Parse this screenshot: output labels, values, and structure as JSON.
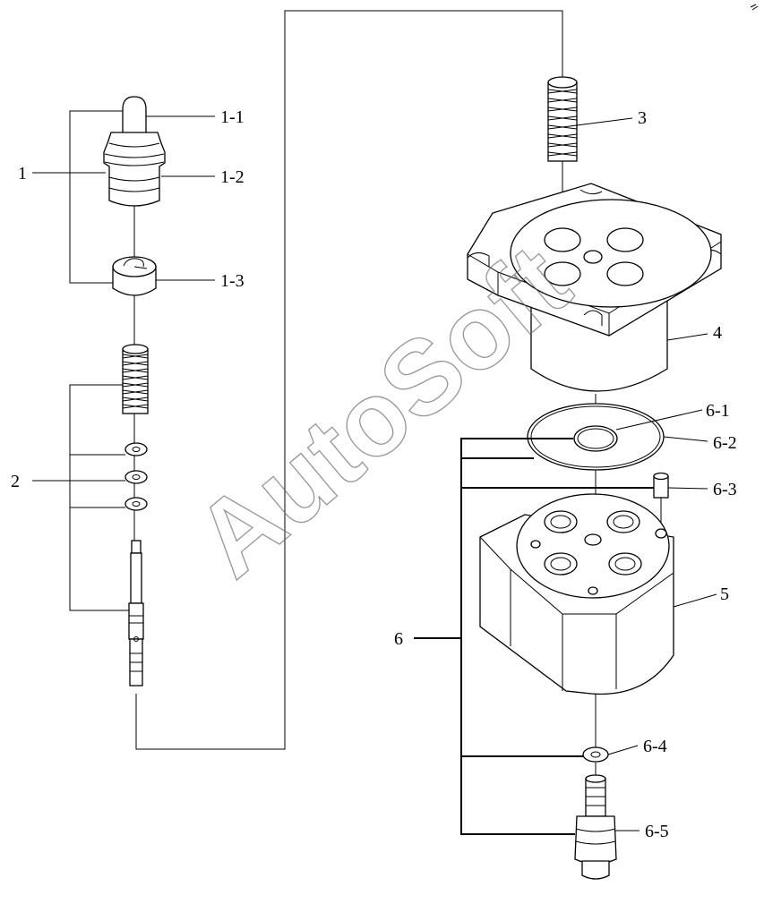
{
  "watermark": "AutoSoft",
  "labels": {
    "l1": "1",
    "l1_1": "1-1",
    "l1_2": "1-2",
    "l1_3": "1-3",
    "l2": "2",
    "l3": "3",
    "l4": "4",
    "l5": "5",
    "l6": "6",
    "l6_1": "6-1",
    "l6_2": "6-2",
    "l6_3": "6-3",
    "l6_4": "6-4",
    "l6_5": "6-5"
  }
}
